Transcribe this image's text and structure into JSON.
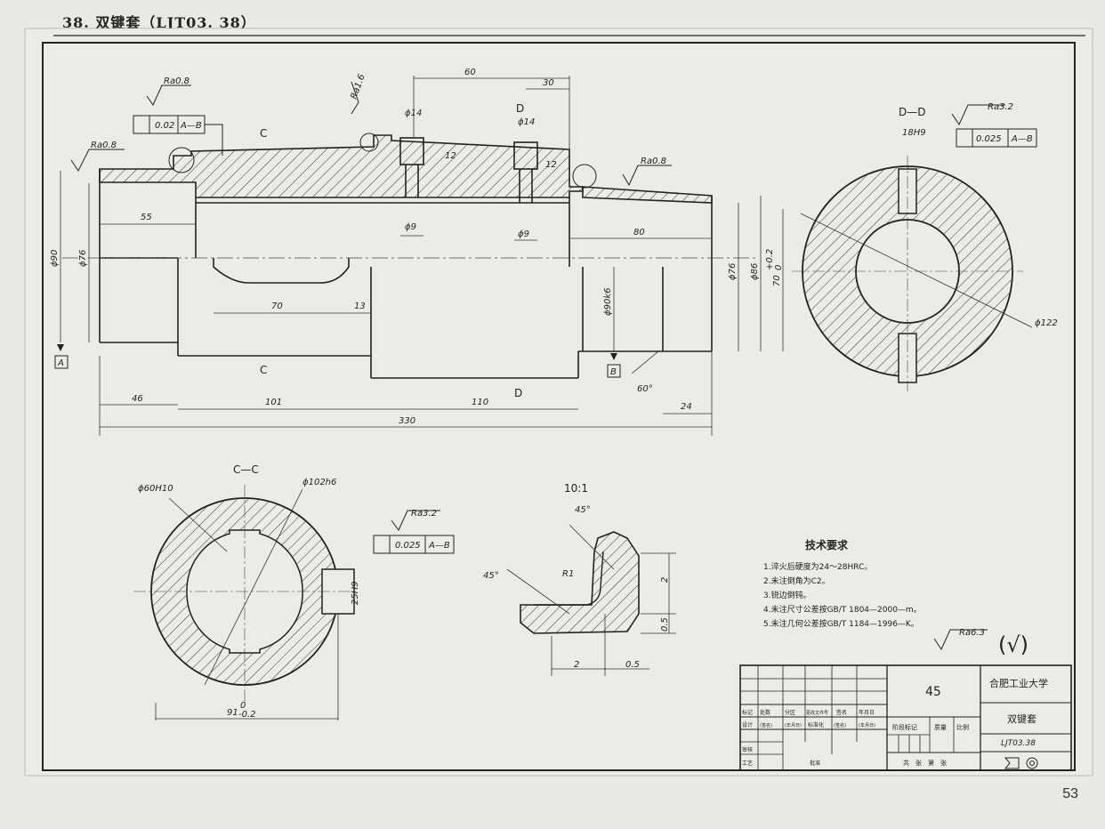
{
  "header": {
    "title": "38. 双键套（LJT03. 38）"
  },
  "page_number": "53",
  "main_view": {
    "dims_top": {
      "d60": "60",
      "d30": "30",
      "phi14a": "ϕ14",
      "phi14b": "ϕ14",
      "h12a": "12",
      "h12b": "12",
      "phi9a": "ϕ9",
      "phi9b": "ϕ9",
      "d55": "55",
      "d80": "80",
      "d70": "70",
      "d13": "13"
    },
    "dims_bottom": {
      "d46": "46",
      "d101": "101",
      "d110": "110",
      "d24": "24",
      "d330": "330"
    },
    "diam_left": {
      "phi90": "ϕ90",
      "phi76": "ϕ76"
    },
    "diam_right": {
      "phi76": "ϕ76",
      "phi86": "ϕ86",
      "d70tol": "70",
      "tol_up": "+0.2",
      "tol_lo": "0",
      "phi90k6": "ϕ90k6"
    },
    "rough": {
      "r1": "Ra0.8",
      "r2": "Ra0.8",
      "r3": "Ra1.6",
      "r4": "Ra0.8"
    },
    "tolerance_frame": {
      "value": "0.02",
      "datum": "A—B"
    },
    "datum_a": "A",
    "datum_b": "B",
    "angle": "60°",
    "section_c_top": "C",
    "section_c_bot": "C",
    "section_d_top": "D",
    "section_d_bot": "D"
  },
  "section_dd": {
    "title": "D—D",
    "width": "18H9",
    "rough": "Ra3.2",
    "tol": "0.025",
    "datum": "A—B",
    "diameter": "ϕ122"
  },
  "section_cc": {
    "title": "C—C",
    "bore": "ϕ60H10",
    "outer": "ϕ102h6",
    "rough": "Ra3.2",
    "tol": "0.025",
    "datum": "A—B",
    "width": "25H9",
    "bottom_dim": "91",
    "bottom_tol_up": "0",
    "bottom_tol_lo": "-0.2"
  },
  "detail": {
    "scale": "10:1",
    "a1": "45°",
    "a2": "45°",
    "radius": "R1",
    "d2v": "2",
    "d05v": "0.5",
    "d2h": "2",
    "d05h": "0.5"
  },
  "tech_req": {
    "title": "技术要求",
    "items": [
      "1.淬火后硬度为24～28HRC。",
      "2.未注倒角为C2。",
      "3.锐边倒钝。",
      "4.未注尺寸公差按GB/T 1804—2000—m。",
      "5.未注几何公差按GB/T 1184—1996—K。"
    ],
    "rough_general": "Ra6.3",
    "rough_paren": "(√)"
  },
  "title_block": {
    "material": "45",
    "school": "合肥工业大学",
    "part_name": "双键套",
    "code": "LJT03.38",
    "row_labels": [
      "标记",
      "处数",
      "分区",
      "更改文件号",
      "签名",
      "年月日"
    ],
    "design_row": [
      "设计",
      "(签名)",
      "(年月日)",
      "标准化",
      "(签名)",
      "(年月日)"
    ],
    "side_labels": [
      "审核",
      "工艺",
      "批准"
    ],
    "stage_label": "阶段标记",
    "weight_label": "质量",
    "scale_label": "比例",
    "sheets_label": "共　张　第　张"
  }
}
